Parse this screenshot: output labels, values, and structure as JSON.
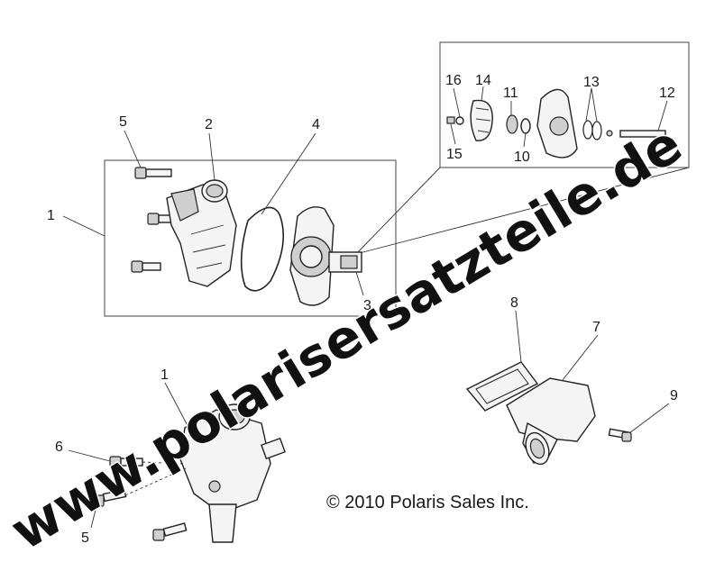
{
  "callouts": {
    "box1_label": "1",
    "part2": "2",
    "part3": "3",
    "part4": "4",
    "part5_top": "5",
    "part5_bottom": "5",
    "part6": "6",
    "part7": "7",
    "part8": "8",
    "part9": "9",
    "part10": "10",
    "part11": "11",
    "part12": "12",
    "part13": "13",
    "part14": "14",
    "part15": "15",
    "part16": "16",
    "assembly1": "1"
  },
  "copyright": "© 2010 Polaris Sales Inc.",
  "watermark": "www.polarisersatzteile.de"
}
